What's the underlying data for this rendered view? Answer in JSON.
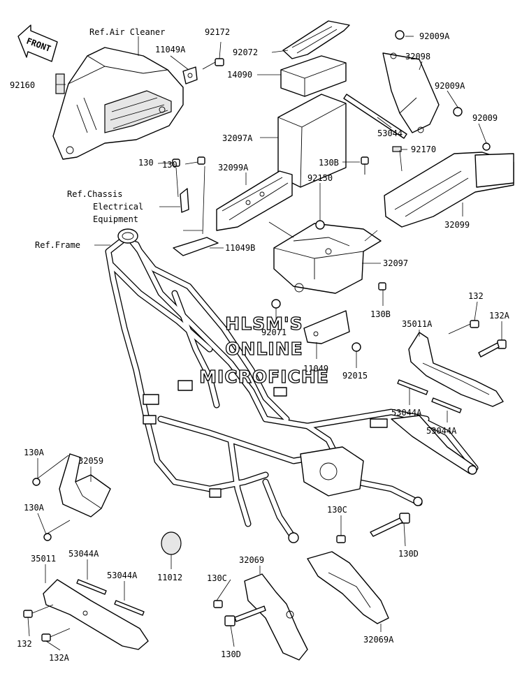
{
  "front_badge": "FRONT",
  "watermark": [
    "HLSM'S",
    "ONLINE",
    "MICROFICHE"
  ],
  "labels": [
    {
      "id": "ref-air-cleaner",
      "text": "Ref.Air Cleaner"
    },
    {
      "id": "92172",
      "text": "92172"
    },
    {
      "id": "11049a",
      "text": "11049A"
    },
    {
      "id": "92072",
      "text": "92072"
    },
    {
      "id": "14090",
      "text": "14090"
    },
    {
      "id": "92009a-top",
      "text": "92009A"
    },
    {
      "id": "32098",
      "text": "32098"
    },
    {
      "id": "92009a-mid",
      "text": "92009A"
    },
    {
      "id": "92009",
      "text": "92009"
    },
    {
      "id": "92160",
      "text": "92160"
    },
    {
      "id": "32097a",
      "text": "32097A"
    },
    {
      "id": "53044",
      "text": "53044"
    },
    {
      "id": "92170",
      "text": "92170"
    },
    {
      "id": "130-upper",
      "text": "130"
    },
    {
      "id": "130-lower",
      "text": "130"
    },
    {
      "id": "32099a",
      "text": "32099A"
    },
    {
      "id": "130b-upper",
      "text": "130B"
    },
    {
      "id": "ref-chassis-1",
      "text": "Ref.Chassis"
    },
    {
      "id": "ref-chassis-2",
      "text": "Electrical"
    },
    {
      "id": "ref-chassis-3",
      "text": "Equipment"
    },
    {
      "id": "92150",
      "text": "92150"
    },
    {
      "id": "32099",
      "text": "32099"
    },
    {
      "id": "ref-frame",
      "text": "Ref.Frame"
    },
    {
      "id": "11049b",
      "text": "11049B"
    },
    {
      "id": "32097",
      "text": "32097"
    },
    {
      "id": "130b-lower",
      "text": "130B"
    },
    {
      "id": "132-right",
      "text": "132"
    },
    {
      "id": "35011a",
      "text": "35011A"
    },
    {
      "id": "132a-right",
      "text": "132A"
    },
    {
      "id": "92071",
      "text": "92071"
    },
    {
      "id": "11049",
      "text": "11049"
    },
    {
      "id": "92015",
      "text": "92015"
    },
    {
      "id": "53044a-r1",
      "text": "53044A"
    },
    {
      "id": "53044a-r2",
      "text": "53044A"
    },
    {
      "id": "130a-upper",
      "text": "130A"
    },
    {
      "id": "32059",
      "text": "32059"
    },
    {
      "id": "130a-lower",
      "text": "130A"
    },
    {
      "id": "130c-right",
      "text": "130C"
    },
    {
      "id": "130d-right",
      "text": "130D"
    },
    {
      "id": "11012",
      "text": "11012"
    },
    {
      "id": "35011",
      "text": "35011"
    },
    {
      "id": "53044a-l1",
      "text": "53044A"
    },
    {
      "id": "53044a-l2",
      "text": "53044A"
    },
    {
      "id": "32069",
      "text": "32069"
    },
    {
      "id": "130c-left",
      "text": "130C"
    },
    {
      "id": "132-left",
      "text": "132"
    },
    {
      "id": "132a-left",
      "text": "132A"
    },
    {
      "id": "130d-left",
      "text": "130D"
    },
    {
      "id": "32069a",
      "text": "32069A"
    }
  ]
}
